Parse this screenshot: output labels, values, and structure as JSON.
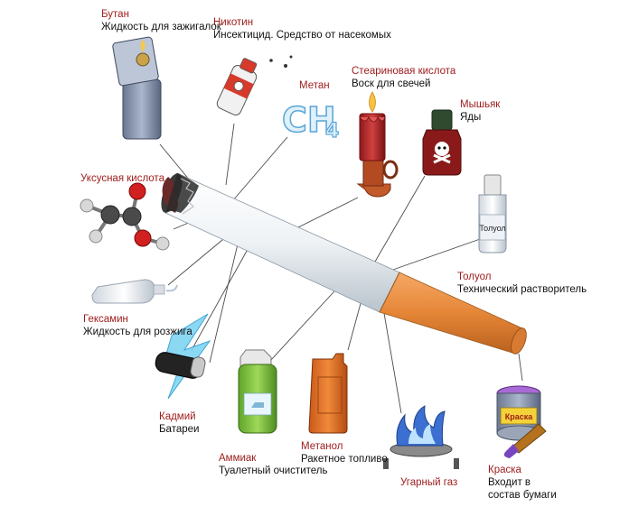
{
  "colors": {
    "name": "#9e1b1b",
    "desc": "#111111",
    "filter": "#e98a3a",
    "paper": "#f2f4f6"
  },
  "items": [
    {
      "key": "butane",
      "name": "Бутан",
      "desc": "Жидкость для зажигалок",
      "icon": "lighter-icon"
    },
    {
      "key": "nicotine",
      "name": "Никотин",
      "desc": "Инсектицид. Средство от насекомых",
      "icon": "spray-can-icon"
    },
    {
      "key": "methane",
      "name": "Метан",
      "icon": "ch4-formula-icon",
      "formula": "CH4"
    },
    {
      "key": "stearic",
      "name": "Стеариновая кислота",
      "desc": "Воск для свечей",
      "icon": "candle-icon"
    },
    {
      "key": "arsenic",
      "name": "Мышьяк",
      "desc": "Яды",
      "icon": "poison-bottle-icon"
    },
    {
      "key": "acetic",
      "name": "Уксусная кислота",
      "icon": "molecule-icon"
    },
    {
      "key": "toluene",
      "name": "Толуол",
      "desc": "Технический растворитель",
      "icon": "solvent-bottle-icon",
      "bottle_label": "Толуол"
    },
    {
      "key": "hexamine",
      "name": "Гексамин",
      "desc": "Жидкость для розжига",
      "icon": "fuel-bottle-icon"
    },
    {
      "key": "cadmium",
      "name": "Кадмий",
      "desc": "Батареи",
      "icon": "battery-icon"
    },
    {
      "key": "ammonia",
      "name": "Аммиак",
      "desc": "Туалетный очиститель",
      "icon": "cleaner-bottle-icon"
    },
    {
      "key": "methanol",
      "name": "Метанол",
      "desc": "Ракетное топливо",
      "icon": "canister-icon"
    },
    {
      "key": "co",
      "name": "Угарный газ",
      "icon": "gas-flame-icon"
    },
    {
      "key": "paint",
      "name": "Краска",
      "desc": "Входит в состав бумаги",
      "desc_lines": [
        "Входит в",
        "состав бумаги"
      ],
      "icon": "paint-can-icon",
      "can_label": "Краска"
    }
  ]
}
